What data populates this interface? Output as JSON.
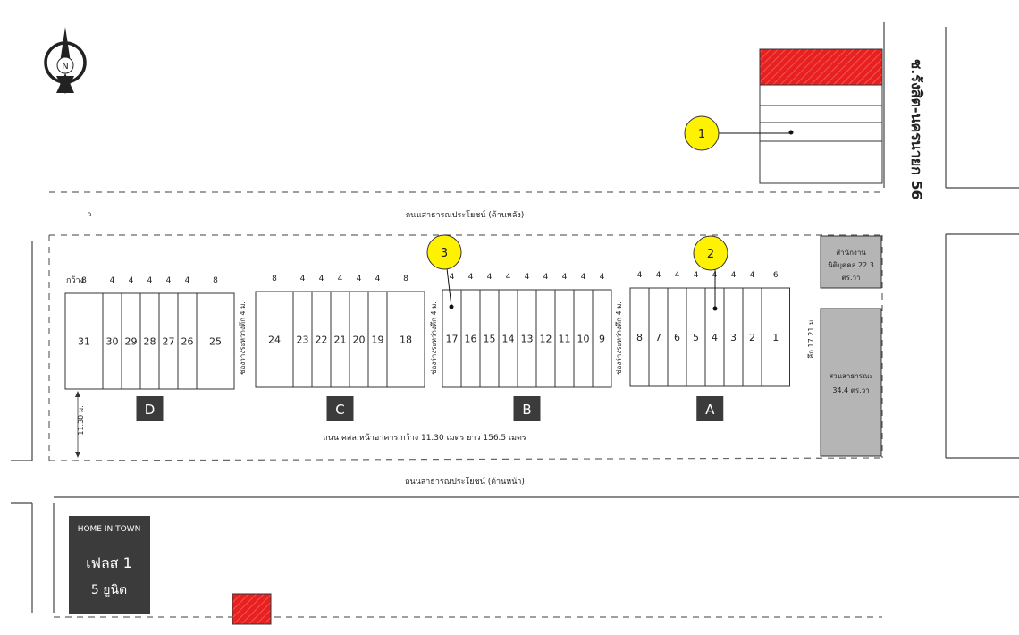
{
  "compass": {
    "label": "N"
  },
  "markers": [
    "1",
    "2",
    "3"
  ],
  "roads": {
    "side_road": "ซ.รังสิต-นครนายก 56",
    "back": "ถนนสาธารณประโยชน์ (ด้านหลัง)",
    "front": "ถนนสาธารณประโยชน์ (ด้านหน้า)",
    "main": "ถนน คสล.หน้าอาคาร กว้าง 11.30 เมตร ยาว 156.5 เมตร"
  },
  "gaps": {
    "dc": "ช่องว่างระหว่างตึก 4 ม.",
    "cb": "ช่องว่างระหว่างตึก 4 ม.",
    "ba": "ช่องว่างระหว่างตึก 4 ม."
  },
  "dims": {
    "width_label": "กว้าง",
    "depth": "ลึก 17.21 ม.",
    "road_width": "11.30 ม.",
    "top_left_mark": "ว"
  },
  "zones": {
    "D": {
      "label": "D",
      "units": [
        "31",
        "30",
        "29",
        "28",
        "27",
        "26",
        "25"
      ],
      "widths": [
        "8",
        "4",
        "4",
        "4",
        "4",
        "4",
        "8"
      ]
    },
    "C": {
      "label": "C",
      "units": [
        "24",
        "23",
        "22",
        "21",
        "20",
        "19",
        "18"
      ],
      "widths": [
        "8",
        "4",
        "4",
        "4",
        "4",
        "4",
        "8"
      ]
    },
    "B": {
      "label": "B",
      "units": [
        "17",
        "16",
        "15",
        "14",
        "13",
        "12",
        "11",
        "10",
        "9"
      ],
      "widths": [
        "4",
        "4",
        "4",
        "4",
        "4",
        "4",
        "4",
        "4",
        "4"
      ]
    },
    "A": {
      "label": "A",
      "units": [
        "8",
        "7",
        "6",
        "5",
        "4",
        "3",
        "2",
        "1"
      ],
      "widths": [
        "4",
        "4",
        "4",
        "4",
        "4",
        "4",
        "4",
        "6"
      ]
    }
  },
  "juristic_office": {
    "line1": "สำนักงาน",
    "line2": "นิติบุคคล 22.3",
    "line3": "ตร.วา"
  },
  "public_park": {
    "line1": "สวนสาธารณะ",
    "line2": "34.4 ตร.วา"
  },
  "phase_box": {
    "brand": "HOME IN TOWN",
    "title": "เฟลส 1",
    "subtitle": "5 ยูนิต"
  },
  "colors": {
    "red": "#e8201f",
    "zone_box": "#3b3b3b",
    "marker": "#fff200",
    "grey_area": "#b5b5b5"
  }
}
